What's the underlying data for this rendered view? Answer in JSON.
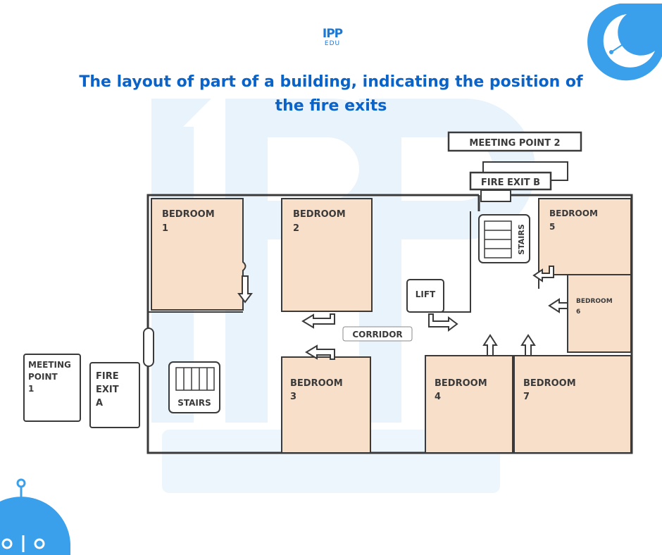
{
  "logo": {
    "line1": "IPP",
    "line2": "EDU"
  },
  "title": {
    "line1": "The layout of part of a building, indicating the position of",
    "line2": "the fire exits"
  },
  "labels": {
    "meeting_point_2": "MEETING POINT 2",
    "fire_exit_b": "FIRE EXIT B",
    "bedroom": "BEDROOM",
    "n1": "1",
    "n2": "2",
    "n3": "3",
    "n4": "4",
    "n5": "5",
    "n6": "6",
    "n7": "7",
    "stairs": "STAIRS",
    "lift": "LIFT",
    "corridor": "CORRIDOR",
    "meeting_point_1_l1": "MEETING",
    "meeting_point_1_l2": "POINT",
    "meeting_point_1_l3": "1",
    "fire_exit_a_l1": "FIRE",
    "fire_exit_a_l2": "EXIT",
    "fire_exit_a_l3": "A"
  },
  "colors": {
    "room_fill": "#f8dfc9",
    "wall": "#3b3a3a",
    "brand": "#1a78d6",
    "title": "#0a63c9",
    "watermark": "#e6f2fb"
  }
}
